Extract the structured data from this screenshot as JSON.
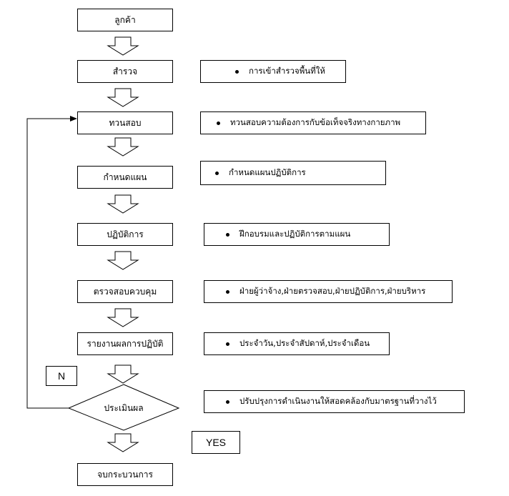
{
  "steps": [
    "ลูกค้า",
    "สำรวจ",
    "ทวนสอบ",
    "กำหนดแผน",
    "ปฏิบัติการ",
    "ตรวจสอบควบคุม",
    "รายงานผลการปฏิบัติ"
  ],
  "decision": "ประเมินผล",
  "end_step": "จบกระบวนการ",
  "notes": [
    "การเข้าสำรวจพื้นที่ให้",
    "ทวนสอบความต้องการกับข้อเท็จจริงทางกายภาพ",
    "กำหนดแผนปฏิบัติการ",
    "ฝึกอบรมและปฏิบัติการตามแผน",
    "ฝ่ายผู้ว่าจ้าง,ฝ่ายตรวจสอบ,ฝ่ายปฏิบัติการ,ฝ่ายบริหาร",
    "ประจำวัน,ประจำสัปดาห์,ประจำเดือน",
    "ปรับปรุงการดำเนินงานให้สอดคล้องกับมาตรฐานที่วางไว้"
  ],
  "labels": {
    "no": "N",
    "yes": "YES"
  }
}
